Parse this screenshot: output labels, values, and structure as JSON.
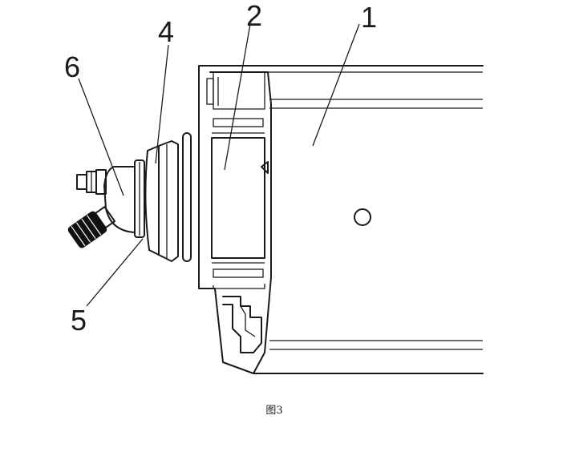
{
  "figure": {
    "caption": "图3",
    "labels": {
      "part1": "1",
      "part2": "2",
      "part4": "4",
      "part5": "5",
      "part6": "6"
    }
  }
}
